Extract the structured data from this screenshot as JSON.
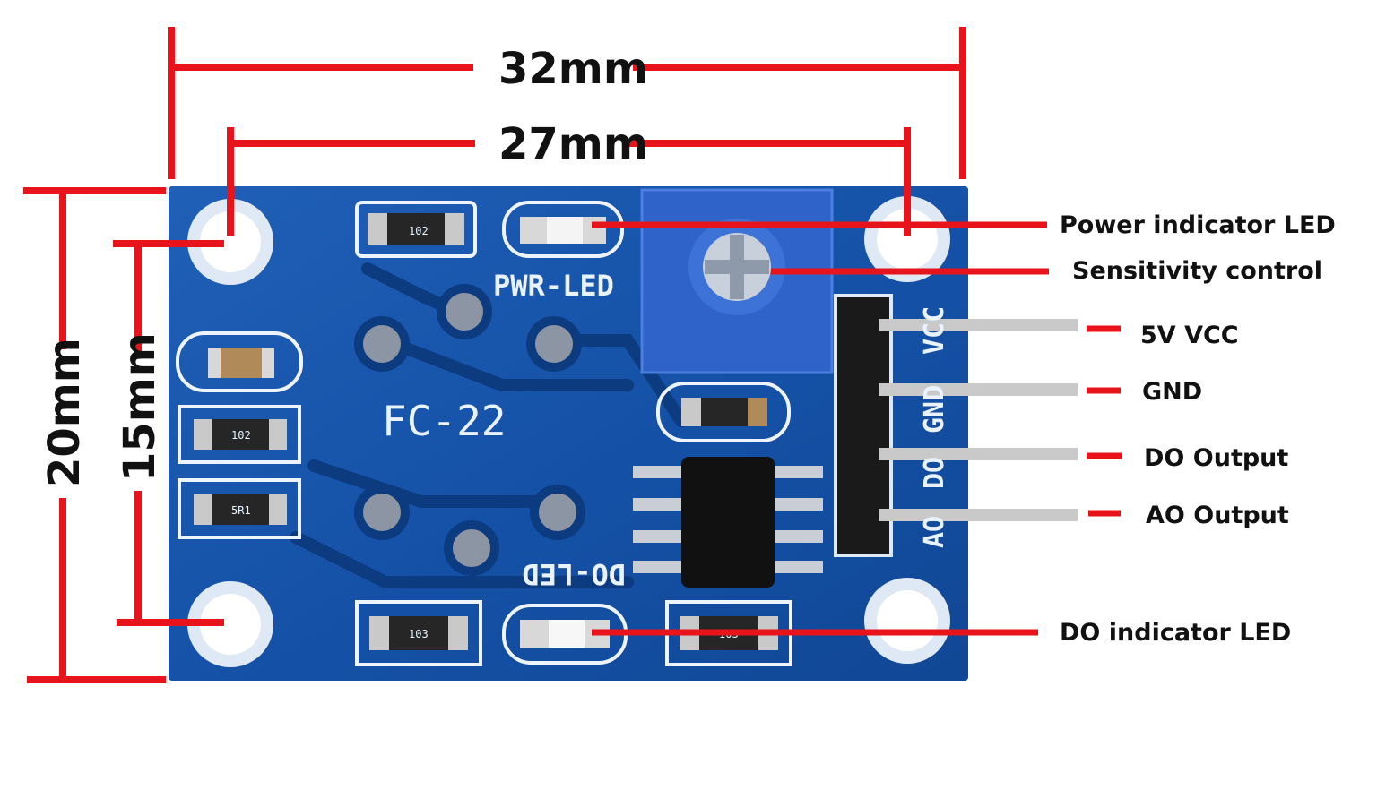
{
  "dimensions": {
    "width_outer": "32mm",
    "width_holes": "27mm",
    "height_outer": "20mm",
    "height_holes": "15mm"
  },
  "board": {
    "model_label": "FC-22",
    "pwr_led_label": "PWR-LED",
    "do_led_label": "DO-LED",
    "pin_labels": [
      "VCC",
      "GND",
      "DO",
      "AO"
    ],
    "resistor_codes": [
      "102",
      "102",
      "103",
      "5R1",
      "103"
    ],
    "colors": {
      "pcb": "#1552a8",
      "pcb_dark": "#0d3f86",
      "silkscreen": "#eef4ff",
      "pot": "#2f63c9",
      "dimension_line": "#e8141b",
      "pin_header": "#1a1a1a",
      "pin_metal": "#c9c9c9"
    }
  },
  "callouts": {
    "power_led": "Power indicator LED",
    "sensitivity": "Sensitivity control",
    "vcc": "5V VCC",
    "gnd": "GND",
    "do_output": "DO Output",
    "ao_output": "AO Output",
    "do_led": "DO indicator LED"
  }
}
